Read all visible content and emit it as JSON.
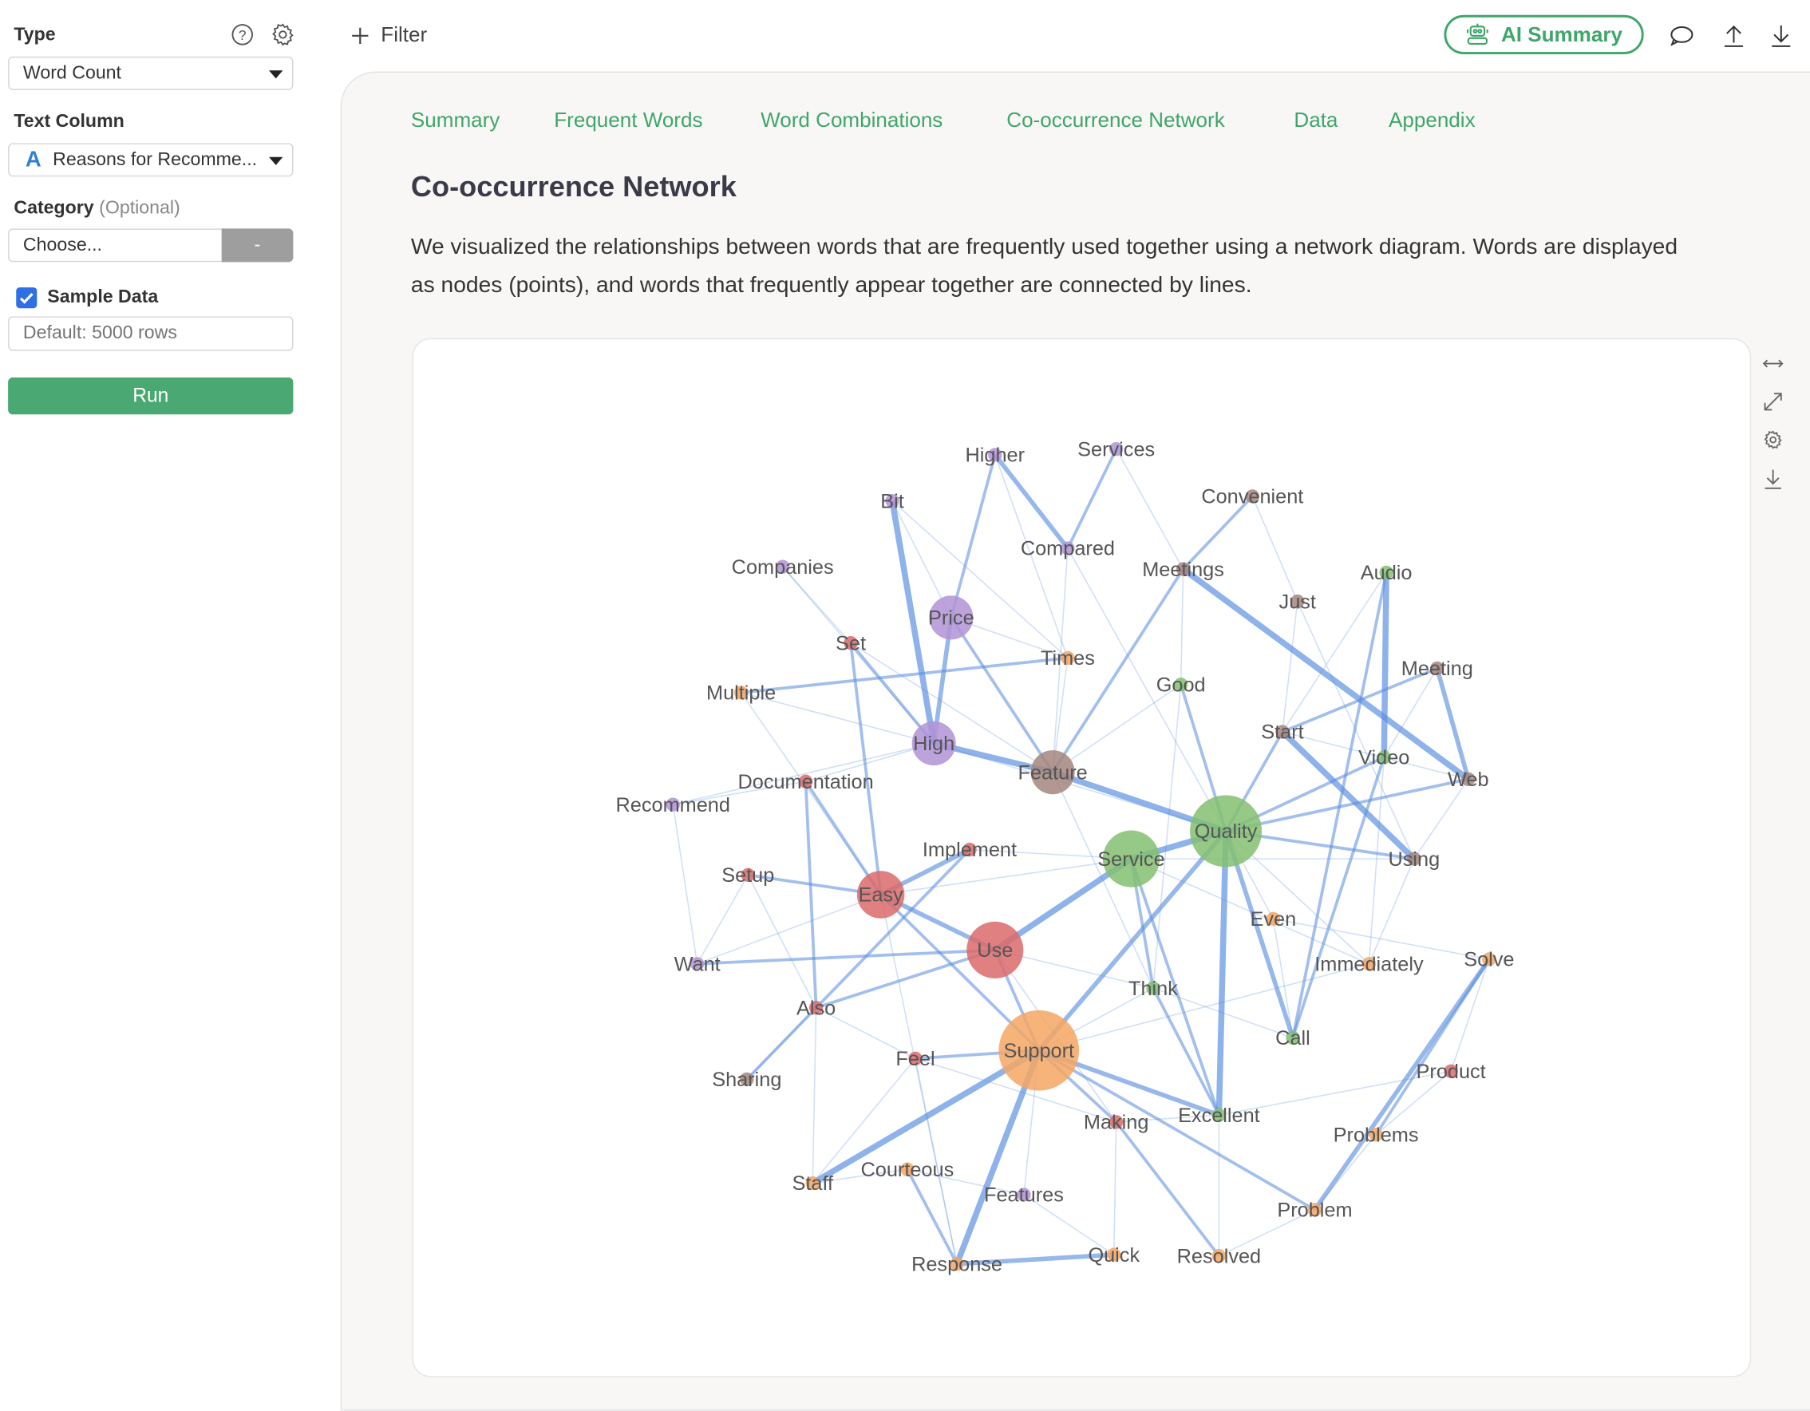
{
  "sidebar": {
    "type_label": "Type",
    "type_value": "Word Count",
    "text_column_label": "Text Column",
    "text_column_value": "Reasons for Recomme...",
    "text_column_type_glyph": "A",
    "category_label": "Category",
    "category_optional": "(Optional)",
    "category_placeholder": "Choose...",
    "category_button": "-",
    "sample_label": "Sample Data",
    "sample_checked": true,
    "sample_placeholder": "Default: 5000 rows",
    "run_label": "Run"
  },
  "topbar": {
    "filter_label": "Filter",
    "ai_summary_label": "AI Summary"
  },
  "tabs": [
    "Summary",
    "Frequent Words",
    "Word Combinations",
    "Co-occurrence Network",
    "Data",
    "Appendix"
  ],
  "content": {
    "title": "Co-occurrence Network",
    "description": "We visualized the relationships between words that are frequently used together using a network diagram. Words are displayed as nodes (points), and words that frequently appear together are connected by lines."
  },
  "colors": {
    "accent": "#3fa66a",
    "run": "#4aa872",
    "edge": "#5b8fe0",
    "purple": "#b193d6",
    "red": "#dc6a6a",
    "orange": "#f4a663",
    "green": "#84c070",
    "brown": "#a4867c"
  },
  "chart_data": {
    "type": "network",
    "nodes": [
      {
        "id": "Higher",
        "group": "purple",
        "size": 1
      },
      {
        "id": "Services",
        "group": "purple",
        "size": 1
      },
      {
        "id": "Bit",
        "group": "purple",
        "size": 1
      },
      {
        "id": "Convenient",
        "group": "brown",
        "size": 1
      },
      {
        "id": "Compared",
        "group": "purple",
        "size": 1
      },
      {
        "id": "Companies",
        "group": "purple",
        "size": 1
      },
      {
        "id": "Meetings",
        "group": "brown",
        "size": 1
      },
      {
        "id": "Audio",
        "group": "green",
        "size": 1
      },
      {
        "id": "Just",
        "group": "brown",
        "size": 1
      },
      {
        "id": "Price",
        "group": "purple",
        "size": 3
      },
      {
        "id": "Set",
        "group": "red",
        "size": 1
      },
      {
        "id": "Times",
        "group": "orange",
        "size": 1
      },
      {
        "id": "Multiple",
        "group": "orange",
        "size": 1
      },
      {
        "id": "Good",
        "group": "green",
        "size": 1
      },
      {
        "id": "Meeting",
        "group": "brown",
        "size": 1
      },
      {
        "id": "Start",
        "group": "brown",
        "size": 1
      },
      {
        "id": "High",
        "group": "purple",
        "size": 3
      },
      {
        "id": "Feature",
        "group": "brown",
        "size": 3
      },
      {
        "id": "Video",
        "group": "green",
        "size": 1
      },
      {
        "id": "Web",
        "group": "brown",
        "size": 1
      },
      {
        "id": "Documentation",
        "group": "red",
        "size": 1
      },
      {
        "id": "Recommend",
        "group": "purple",
        "size": 1
      },
      {
        "id": "Quality",
        "group": "green",
        "size": 8
      },
      {
        "id": "Implement",
        "group": "red",
        "size": 1
      },
      {
        "id": "Service",
        "group": "green",
        "size": 5
      },
      {
        "id": "Using",
        "group": "brown",
        "size": 1
      },
      {
        "id": "Setup",
        "group": "red",
        "size": 1
      },
      {
        "id": "Easy",
        "group": "red",
        "size": 3.5
      },
      {
        "id": "Even",
        "group": "orange",
        "size": 1
      },
      {
        "id": "Use",
        "group": "red",
        "size": 5
      },
      {
        "id": "Want",
        "group": "purple",
        "size": 1
      },
      {
        "id": "Immediately",
        "group": "orange",
        "size": 1
      },
      {
        "id": "Solve",
        "group": "orange",
        "size": 1
      },
      {
        "id": "Think",
        "group": "green",
        "size": 1
      },
      {
        "id": "Also",
        "group": "red",
        "size": 1
      },
      {
        "id": "Call",
        "group": "green",
        "size": 1
      },
      {
        "id": "Support",
        "group": "orange",
        "size": 10
      },
      {
        "id": "Feel",
        "group": "red",
        "size": 1
      },
      {
        "id": "Sharing",
        "group": "brown",
        "size": 1
      },
      {
        "id": "Product",
        "group": "red",
        "size": 1
      },
      {
        "id": "Making",
        "group": "red",
        "size": 1
      },
      {
        "id": "Excellent",
        "group": "green",
        "size": 1
      },
      {
        "id": "Problems",
        "group": "orange",
        "size": 1
      },
      {
        "id": "Staff",
        "group": "orange",
        "size": 1
      },
      {
        "id": "Courteous",
        "group": "orange",
        "size": 1
      },
      {
        "id": "Features",
        "group": "purple",
        "size": 1
      },
      {
        "id": "Problem",
        "group": "orange",
        "size": 1
      },
      {
        "id": "Response",
        "group": "orange",
        "size": 1
      },
      {
        "id": "Quick",
        "group": "orange",
        "size": 1
      },
      {
        "id": "Resolved",
        "group": "orange",
        "size": 1
      }
    ],
    "edges": [
      [
        "Bit",
        "High",
        4
      ],
      [
        "Price",
        "High",
        3
      ],
      [
        "High",
        "Feature",
        4
      ],
      [
        "Feature",
        "Quality",
        4
      ],
      [
        "Quality",
        "Service",
        4
      ],
      [
        "Service",
        "Use",
        4
      ],
      [
        "Use",
        "Easy",
        3
      ],
      [
        "Easy",
        "Implement",
        3
      ],
      [
        "Meetings",
        "Web",
        4
      ],
      [
        "Start",
        "Using",
        4
      ],
      [
        "Audio",
        "Video",
        4
      ],
      [
        "Support",
        "Staff",
        4
      ],
      [
        "Support",
        "Response",
        4
      ],
      [
        "Response",
        "Quick",
        3
      ],
      [
        "Quality",
        "Excellent",
        4
      ],
      [
        "Quality",
        "Call",
        3
      ],
      [
        "Support",
        "Quality",
        3
      ],
      [
        "Support",
        "Excellent",
        3
      ],
      [
        "Support",
        "Making",
        2
      ],
      [
        "Meeting",
        "Web",
        3
      ],
      [
        "Solve",
        "Problem",
        3
      ],
      [
        "Solve",
        "Problems",
        2
      ],
      [
        "Higher",
        "Compared",
        3
      ],
      [
        "Services",
        "Compared",
        2
      ],
      [
        "Higher",
        "Price",
        2
      ],
      [
        "Set",
        "High",
        2
      ],
      [
        "Multiple",
        "Times",
        2
      ],
      [
        "Documentation",
        "Also",
        2
      ],
      [
        "Setup",
        "Easy",
        2
      ],
      [
        "Want",
        "Use",
        2
      ],
      [
        "Also",
        "Use",
        2
      ],
      [
        "Sharing",
        "Implement",
        2
      ],
      [
        "Think",
        "Excellent",
        2
      ],
      [
        "Service",
        "Think",
        2
      ],
      [
        "Quality",
        "Start",
        2
      ],
      [
        "Quality",
        "Video",
        2
      ],
      [
        "Quality",
        "Using",
        2
      ],
      [
        "Quality",
        "Web",
        2
      ],
      [
        "Good",
        "Quality",
        2
      ],
      [
        "Feature",
        "Meetings",
        2
      ],
      [
        "Convenient",
        "Meetings",
        2
      ],
      [
        "Easy",
        "Support",
        2
      ],
      [
        "Feel",
        "Support",
        2
      ],
      [
        "Support",
        "Problem",
        2
      ],
      [
        "Making",
        "Resolved",
        2
      ],
      [
        "Courteous",
        "Response",
        2
      ],
      [
        "Start",
        "Meeting",
        2
      ],
      [
        "Audio",
        "Call",
        2
      ],
      [
        "Just",
        "Start",
        1
      ],
      [
        "Price",
        "Feature",
        2
      ],
      [
        "Documentation",
        "Easy",
        2
      ],
      [
        "Set",
        "Easy",
        2
      ],
      [
        "Multiple",
        "High",
        1
      ],
      [
        "Companies",
        "High",
        1
      ],
      [
        "Recommend",
        "Documentation",
        1
      ],
      [
        "Setup",
        "Also",
        1
      ],
      [
        "Want",
        "Setup",
        1
      ],
      [
        "Use",
        "Support",
        2
      ],
      [
        "Quality",
        "Even",
        1
      ],
      [
        "Service",
        "Immediately",
        1
      ],
      [
        "Excellent",
        "Product",
        1
      ],
      [
        "Problems",
        "Product",
        1
      ],
      [
        "Features",
        "Support",
        1
      ],
      [
        "Quick",
        "Making",
        1
      ],
      [
        "Staff",
        "Courteous",
        1
      ],
      [
        "Bit",
        "Price",
        1
      ],
      [
        "Price",
        "Times",
        1
      ],
      [
        "Times",
        "Feature",
        1
      ],
      [
        "Good",
        "Feature",
        1
      ],
      [
        "Good",
        "Think",
        1
      ],
      [
        "Even",
        "Call",
        1
      ],
      [
        "Immediately",
        "Quality",
        1
      ],
      [
        "Call",
        "Video",
        2
      ],
      [
        "Web",
        "Using",
        1
      ],
      [
        "Just",
        "Using",
        1
      ],
      [
        "Companies",
        "Set",
        1
      ],
      [
        "Recommend",
        "Want",
        1
      ],
      [
        "Sharing",
        "Also",
        1
      ],
      [
        "Staff",
        "Also",
        1
      ],
      [
        "Feel",
        "Making",
        1
      ],
      [
        "Excellent",
        "Resolved",
        1
      ],
      [
        "Problem",
        "Problems",
        1
      ],
      [
        "Quick",
        "Features",
        1
      ],
      [
        "Response",
        "Feel",
        1
      ],
      [
        "Implement",
        "Service",
        1
      ],
      [
        "Set",
        "Feature",
        1
      ],
      [
        "High",
        "Quality",
        1
      ],
      [
        "Meetings",
        "Good",
        1
      ],
      [
        "Compared",
        "Feature",
        1
      ],
      [
        "Services",
        "Meetings",
        1
      ],
      [
        "Convenient",
        "Just",
        1
      ],
      [
        "Audio",
        "Start",
        1
      ],
      [
        "Meeting",
        "Video",
        1
      ],
      [
        "Even",
        "Solve",
        1
      ],
      [
        "Think",
        "Call",
        1
      ],
      [
        "Use",
        "Think",
        1
      ],
      [
        "Easy",
        "Service",
        1
      ],
      [
        "Documentation",
        "High",
        1
      ],
      [
        "Multiple",
        "Easy",
        1
      ],
      [
        "Support",
        "Immediately",
        1
      ],
      [
        "Making",
        "Excellent",
        1
      ],
      [
        "Courteous",
        "Features",
        1
      ],
      [
        "Staff",
        "Feel",
        1
      ],
      [
        "Resolved",
        "Problem",
        1
      ],
      [
        "Product",
        "Solve",
        1
      ],
      [
        "Higher",
        "Times",
        1
      ],
      [
        "Bit",
        "Times",
        1
      ],
      [
        "Compared",
        "Quality",
        1
      ],
      [
        "Start",
        "Web",
        1
      ],
      [
        "Using",
        "Immediately",
        1
      ],
      [
        "Service",
        "Excellent",
        2
      ],
      [
        "Feature",
        "Think",
        1
      ],
      [
        "Also",
        "Feel",
        1
      ],
      [
        "Want",
        "Easy",
        1
      ],
      [
        "Recommend",
        "High",
        1
      ],
      [
        "Easy",
        "Response",
        1
      ],
      [
        "Use",
        "Making",
        1
      ],
      [
        "Support",
        "Think",
        1
      ],
      [
        "Service",
        "Using",
        1
      ],
      [
        "Video",
        "Immediately",
        1
      ]
    ]
  }
}
